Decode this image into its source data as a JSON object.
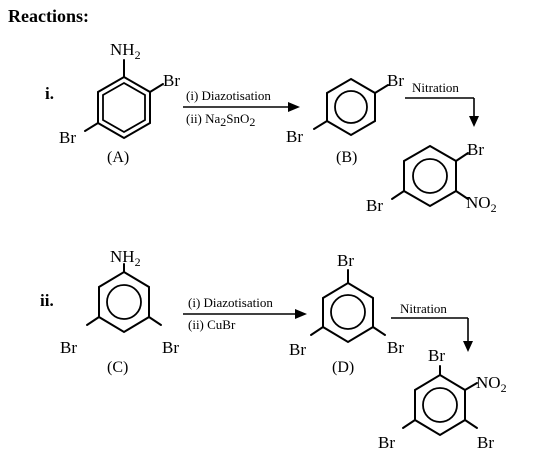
{
  "heading": "Reactions:",
  "reaction_i": {
    "number": "i.",
    "A": {
      "nh2": "NH",
      "nh2_sub": "2",
      "br_top": "Br",
      "br_bottom": "Br",
      "label": "(A)"
    },
    "cond1": "(i) Diazotisation",
    "cond2_pre": "(ii) Na",
    "cond2_sub1": "2",
    "cond2_mid": "SnO",
    "cond2_sub2": "2",
    "B": {
      "br_top": "Br",
      "br_bottom": "Br",
      "label": "(B)"
    },
    "nitration": "Nitration",
    "product": {
      "br_top": "Br",
      "br_bottom": "Br",
      "no2": "NO",
      "no2_sub": "2"
    }
  },
  "reaction_ii": {
    "number": "ii.",
    "C": {
      "nh2": "NH",
      "nh2_sub": "2",
      "br_left": "Br",
      "br_right": "Br",
      "label": "(C)"
    },
    "cond1": "(i) Diazotisation",
    "cond2": "(ii) CuBr",
    "D": {
      "br_top": "Br",
      "br_left": "Br",
      "br_right": "Br",
      "label": "(D)"
    },
    "nitration": "Nitration",
    "product": {
      "br_top": "Br",
      "no2": "NO",
      "no2_sub": "2",
      "br_left": "Br",
      "br_right": "Br"
    }
  }
}
